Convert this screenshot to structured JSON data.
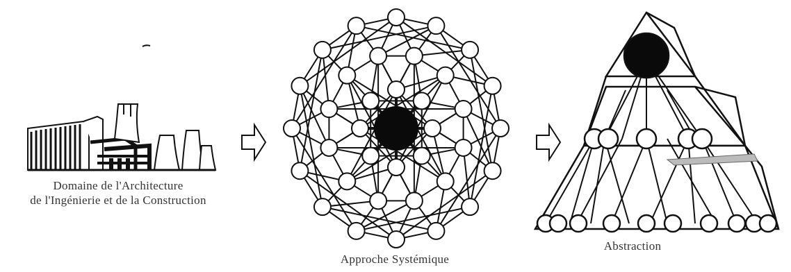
{
  "captions": {
    "domain_line1": "Domaine de l'Architecture",
    "domain_line2": "de l'Ingénierie et de la Construction",
    "systemic": "Approche Systémique",
    "abstraction": "Abstraction"
  },
  "colors": {
    "line": "#111111",
    "node_fill": "#ffffff",
    "core_fill": "#0a0a0a"
  }
}
